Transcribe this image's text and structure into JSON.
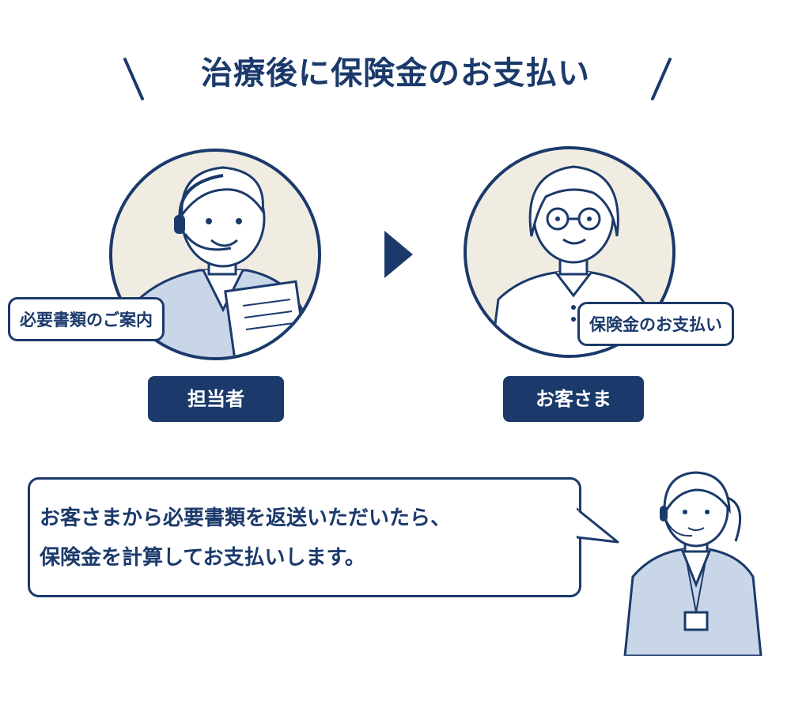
{
  "heading": {
    "title": "治療後に保険金のお支払い"
  },
  "left_panel": {
    "callout": "必要書類のご案内",
    "role_label": "担当者"
  },
  "right_panel": {
    "callout": "保険金のお支払い",
    "role_label": "お客さま"
  },
  "speech": {
    "line1": "お客さまから必要書類を返送いただいたら、",
    "line2": "保険金を計算してお支払いします。"
  },
  "colors": {
    "navy": "#1b3a6b",
    "circle_fill": "#f1ece2",
    "light_blue": "#c9d6e8"
  }
}
